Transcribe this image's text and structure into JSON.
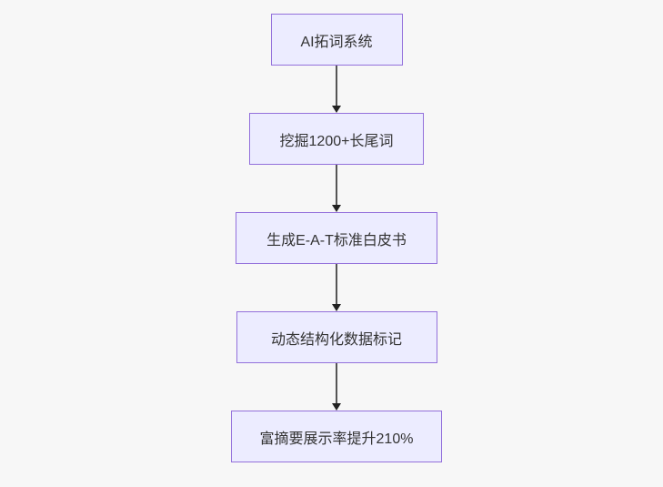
{
  "diagram": {
    "type": "flowchart",
    "direction": "top-down",
    "colors": {
      "background": "#f7f7f7",
      "node_fill": "#ECECFF",
      "node_border": "#9370DB",
      "node_text": "#333333",
      "edge_line": "#555555",
      "edge_arrowhead": "#222222"
    },
    "nodes": [
      {
        "id": "step-1",
        "label": "AI拓词系统"
      },
      {
        "id": "step-2",
        "label": "挖掘1200+长尾词"
      },
      {
        "id": "step-3",
        "label": "生成E-A-T标准白皮书"
      },
      {
        "id": "step-4",
        "label": "动态结构化数据标记"
      },
      {
        "id": "step-5",
        "label": "富摘要展示率提升210%"
      }
    ],
    "edges": [
      {
        "from": "step-1",
        "to": "step-2"
      },
      {
        "from": "step-2",
        "to": "step-3"
      },
      {
        "from": "step-3",
        "to": "step-4"
      },
      {
        "from": "step-4",
        "to": "step-5"
      }
    ]
  }
}
